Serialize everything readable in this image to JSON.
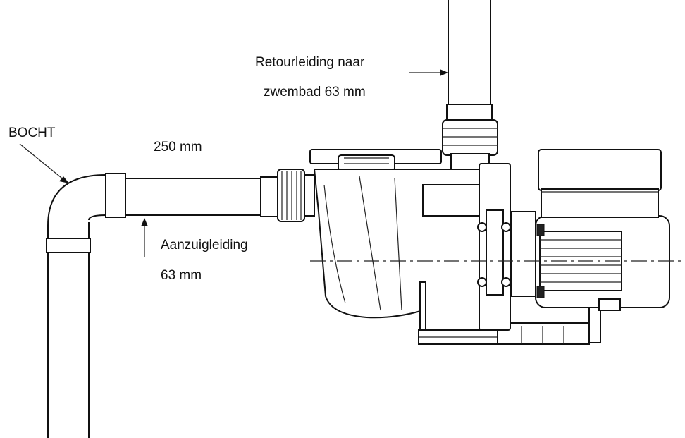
{
  "labels": {
    "bend": "BOCHT",
    "return_line": "Retourleiding naar",
    "return_size": "zwembad 63 mm",
    "length": "250 mm",
    "suction_line": "Aanzuigleiding",
    "suction_size": "63 mm"
  }
}
